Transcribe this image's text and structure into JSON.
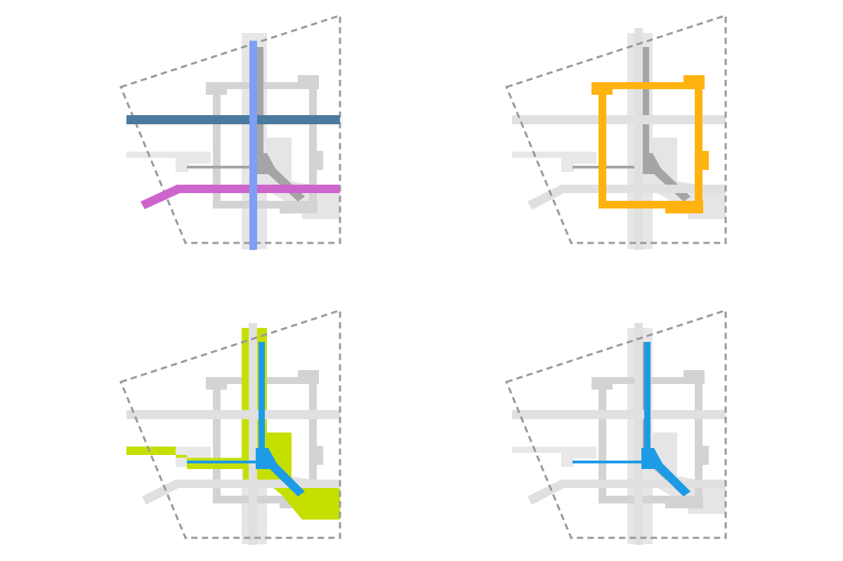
{
  "colors": {
    "boundary": "#9a9a9a",
    "base_light": "#e3e3e3",
    "base_mid": "#d0d0d0",
    "base_dark": "#a3a3a3",
    "highlight_navy": "#4a7a9e",
    "highlight_periwinkle": "#7f9ef6",
    "highlight_magenta": "#cc66cc",
    "highlight_amber": "#ffb30f",
    "highlight_lime": "#c5e000",
    "highlight_azure": "#1e9be6"
  },
  "panels": [
    {
      "name": "diagram-panel-top-left",
      "highlights": [
        "navy-horizontal-road",
        "periwinkle-vertical-road",
        "magenta-road"
      ]
    },
    {
      "name": "diagram-panel-top-right",
      "highlights": [
        "amber-ring-road"
      ]
    },
    {
      "name": "diagram-panel-bottom-left",
      "highlights": [
        "lime-green-zone",
        "azure-channel"
      ]
    },
    {
      "name": "diagram-panel-bottom-right",
      "highlights": [
        "azure-channel"
      ]
    }
  ]
}
